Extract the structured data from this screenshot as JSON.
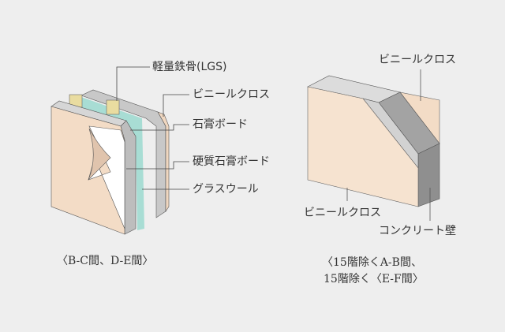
{
  "left_diagram": {
    "labels": {
      "lgs": "軽量鉄骨(LGS)",
      "vinyl_cloth": "ビニールクロス",
      "gypsum_board": "石膏ボード",
      "hard_gypsum_board": "硬質石膏ボード",
      "glass_wool": "グラスウール"
    },
    "caption": "〈B-C間、D-E間〉"
  },
  "right_diagram": {
    "labels": {
      "vinyl_cloth_back": "ビニールクロス",
      "vinyl_cloth_front": "ビニールクロス",
      "concrete_wall": "コンクリート壁"
    },
    "caption_line1": "〈15階除くA-B間、",
    "caption_line2": "15階除く〈E-F間〉"
  },
  "colors": {
    "background": "#eeeeee",
    "cloth": "#f3dcc6",
    "board": "#c9c9c9",
    "concrete": "#9e9e9e",
    "glass_wool": "#a8ddd4",
    "steel": "#e9dca0"
  }
}
